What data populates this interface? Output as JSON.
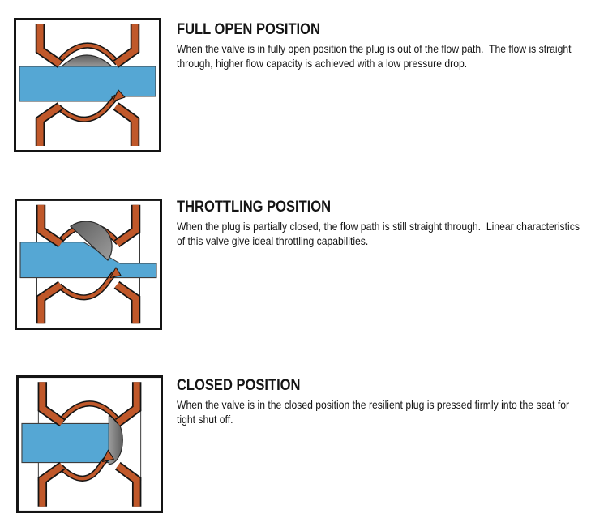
{
  "page": {
    "background": "#ffffff"
  },
  "colors": {
    "body_orange": "#c0582a",
    "flow_blue": "#55a7d4",
    "plug_dark": "#5e5e5e",
    "plug_light": "#9c9c9c",
    "ink": "#141414",
    "text": "#151515"
  },
  "sections": [
    {
      "id": "full-open",
      "diagram": "valve-full-open-diagram",
      "title": "FULL OPEN POSITION",
      "body": "When the valve is in fully open position the plug is out of the flow path.  The flow is straight through, higher flow capacity is achieved with a low pressure drop."
    },
    {
      "id": "throttling",
      "diagram": "valve-throttling-diagram",
      "title": "THROTTLING POSITION",
      "body": "When the plug is partially closed, the flow path is still straight through.  Linear characteristics of this valve give ideal throttling capabilities."
    },
    {
      "id": "closed",
      "diagram": "valve-closed-diagram",
      "title": "CLOSED POSITION",
      "body": "When the valve is in the closed position the resilient plug is pressed firmly into the seat for tight shut off."
    }
  ]
}
